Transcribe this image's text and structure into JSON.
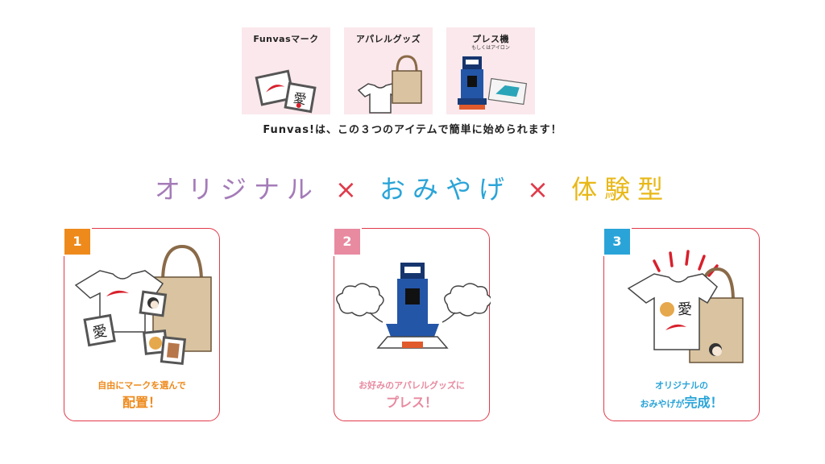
{
  "items": [
    {
      "title": "Funvasマーク",
      "sub": ""
    },
    {
      "title": "アパレルグッズ",
      "sub": ""
    },
    {
      "title": "プレス機",
      "sub": "もしくはアイロン"
    }
  ],
  "intro": "Funvas!は、この３つのアイテムで簡単に始められます！",
  "tagline": {
    "part1": "オリジナル",
    "x1": "×",
    "part2": "おみやげ",
    "x2": "×",
    "part3": "体験型"
  },
  "colors": {
    "purple": "#a47bb8",
    "blue": "#2aa4d8",
    "yellow": "#e8b818",
    "red": "#e03a4a",
    "orange": "#ee8a1c",
    "pink": "#e88aa0",
    "cyan": "#2aa4d8",
    "card_bg": "#fbe8ec"
  },
  "steps": [
    {
      "number": "1",
      "line1": "自由にマークを選んで",
      "line2": "配置！"
    },
    {
      "number": "2",
      "line1": "お好みのアパレルグッズに",
      "line2": "プレス！"
    },
    {
      "number": "3",
      "line1": "オリジナルの",
      "line2a": "おみやげが",
      "line2b": "完成！"
    }
  ]
}
